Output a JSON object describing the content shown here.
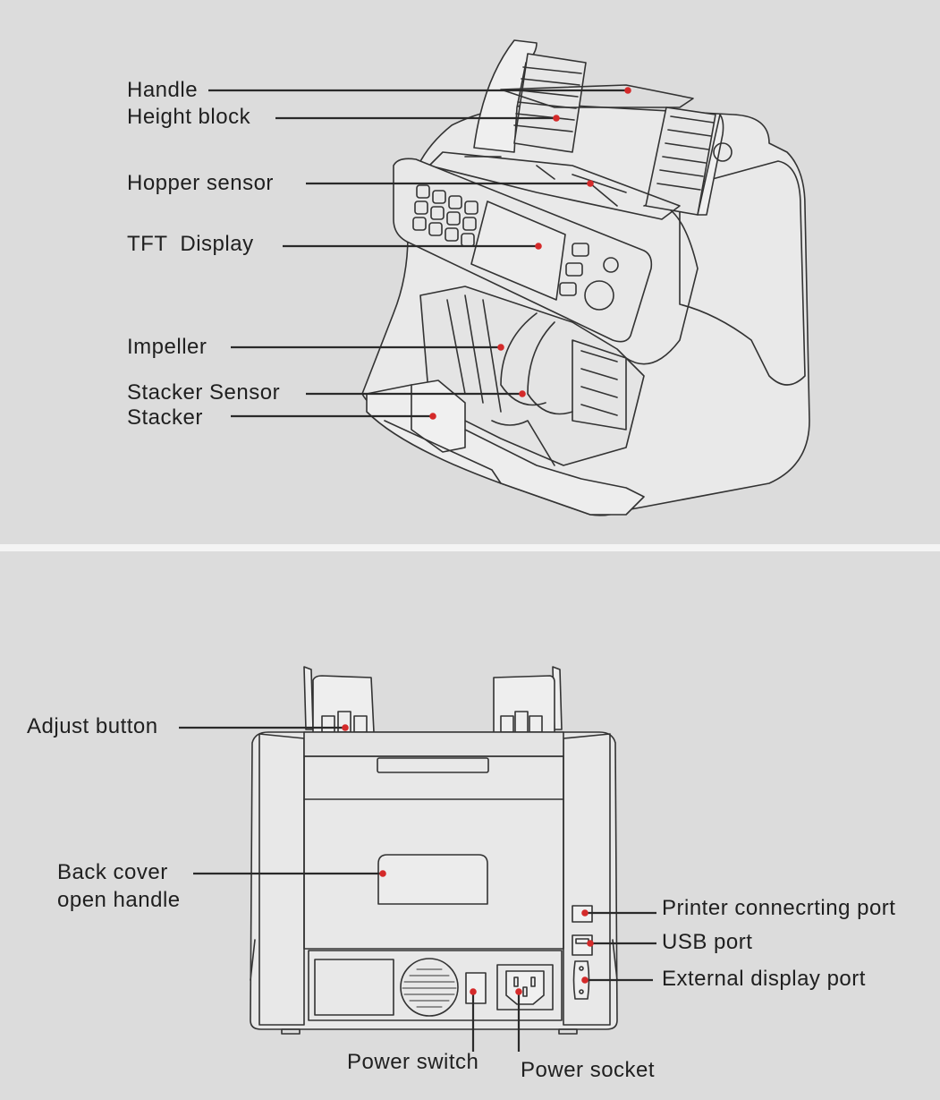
{
  "front_view": {
    "labels": {
      "handle": "Handle",
      "height_block": "Height block",
      "hopper_sensor": "Hopper sensor",
      "tft_display": "TFT  Display",
      "impeller": "Impeller",
      "stacker_sensor": "Stacker Sensor",
      "stacker": "Stacker"
    }
  },
  "rear_view": {
    "labels": {
      "adjust_button": "Adjust button",
      "back_cover_line1": "Back cover",
      "back_cover_line2": "open handle",
      "printer_port": "Printer connecrting port",
      "usb_port": "USB port",
      "external_display_port": "External display port",
      "power_switch": "Power switch",
      "power_socket": "Power socket"
    }
  },
  "colors": {
    "background": "#dcdcdc",
    "divider": "#f4f4f4",
    "callout_dot": "#d42a2a",
    "line": "#2a2a2a"
  }
}
